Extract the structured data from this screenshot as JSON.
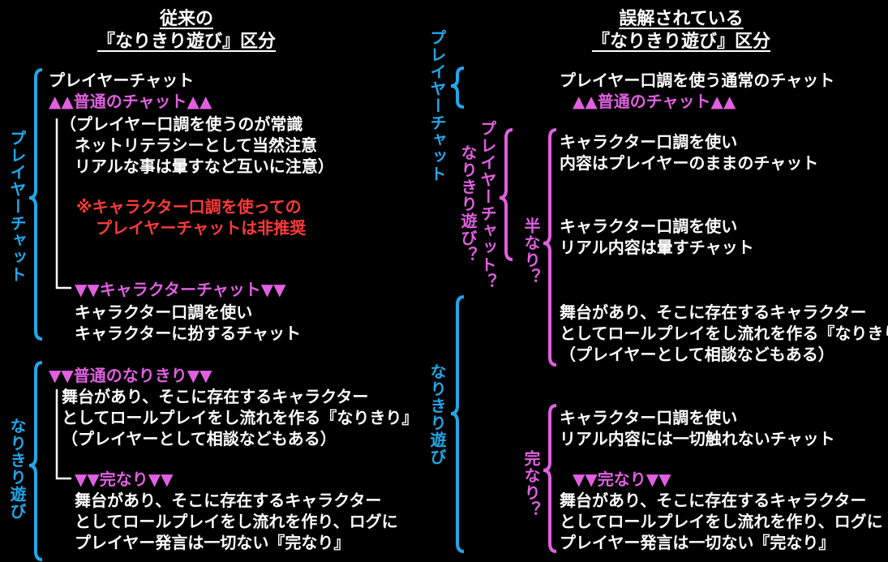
{
  "left": {
    "title1": "従来の",
    "title2": "『なりきり遊び』区分",
    "label_player_chat": "プレイヤーチャット",
    "label_narikiri": "なりきり遊び",
    "lines": {
      "player_chat": "プレイヤーチャット",
      "normal_chat_header": "▲▲普通のチャット▲▲",
      "paren1": "（プレイヤー口調を使うのが常識",
      "paren2": "ネットリテラシーとして当然注意",
      "paren3": "リアルな事は暈すなど互いに注意）",
      "warn1": "※キャラクター口調を使っての",
      "warn2": "プレイヤーチャットは非推奨",
      "char_chat_header": "▼▼キャラクターチャット▼▼",
      "char1": "キャラクター口調を使い",
      "char2": "キャラクターに扮するチャット",
      "normal_nari_header": "▼▼普通のなりきり▼▼",
      "nari1": "舞台があり、そこに存在するキャラクター",
      "nari2": "としてロールプレイをし流れを作る『なりきり』",
      "nari3": "（プレイヤーとして相談などもある）",
      "kan_header": "▼▼完なり▼▼",
      "kan1": "舞台があり、そこに存在するキャラクター",
      "kan2": "としてロールプレイをし流れを作り、ログに",
      "kan3": "プレイヤー発言は一切ない『完なり』"
    }
  },
  "right": {
    "title1": "誤解されている",
    "title2": "『なりきり遊び』区分",
    "label_player_chat": "プレイヤーチャット",
    "label_narikiri_q1": "なりきり遊び？",
    "label_player_chat_q": "プレイヤーチャット？",
    "label_han": "半なり？",
    "label_narikiri": "なりきり遊び",
    "label_kan": "完なり？",
    "lines": {
      "r1": "プレイヤー口調を使う通常のチャット",
      "r2": "▲▲普通のチャット▲▲",
      "r3": "キャラクター口調を使い",
      "r4": "内容はプレイヤーのままのチャット",
      "r5": "キャラクター口調を使い",
      "r6": "リアル内容は暈すチャット",
      "r7": "舞台があり、そこに存在するキャラクター",
      "r8": "としてロールプレイをし流れを作る『なりきり』",
      "r9": "（プレイヤーとして相談などもある）",
      "r10": "キャラクター口調を使い",
      "r11": "リアル内容には一切触れないチャット",
      "r12": "▼▼完なり▼▼",
      "r13": "舞台があり、そこに存在するキャラクター",
      "r14": "としてロールプレイをし流れを作り、ログに",
      "r15": "プレイヤー発言は一切ない『完なり』"
    }
  },
  "colors": {
    "background": "#000000",
    "text": "#ffffff",
    "pink": "#e060e0",
    "red": "#ff3a3a",
    "blue": "#22a7e8"
  }
}
